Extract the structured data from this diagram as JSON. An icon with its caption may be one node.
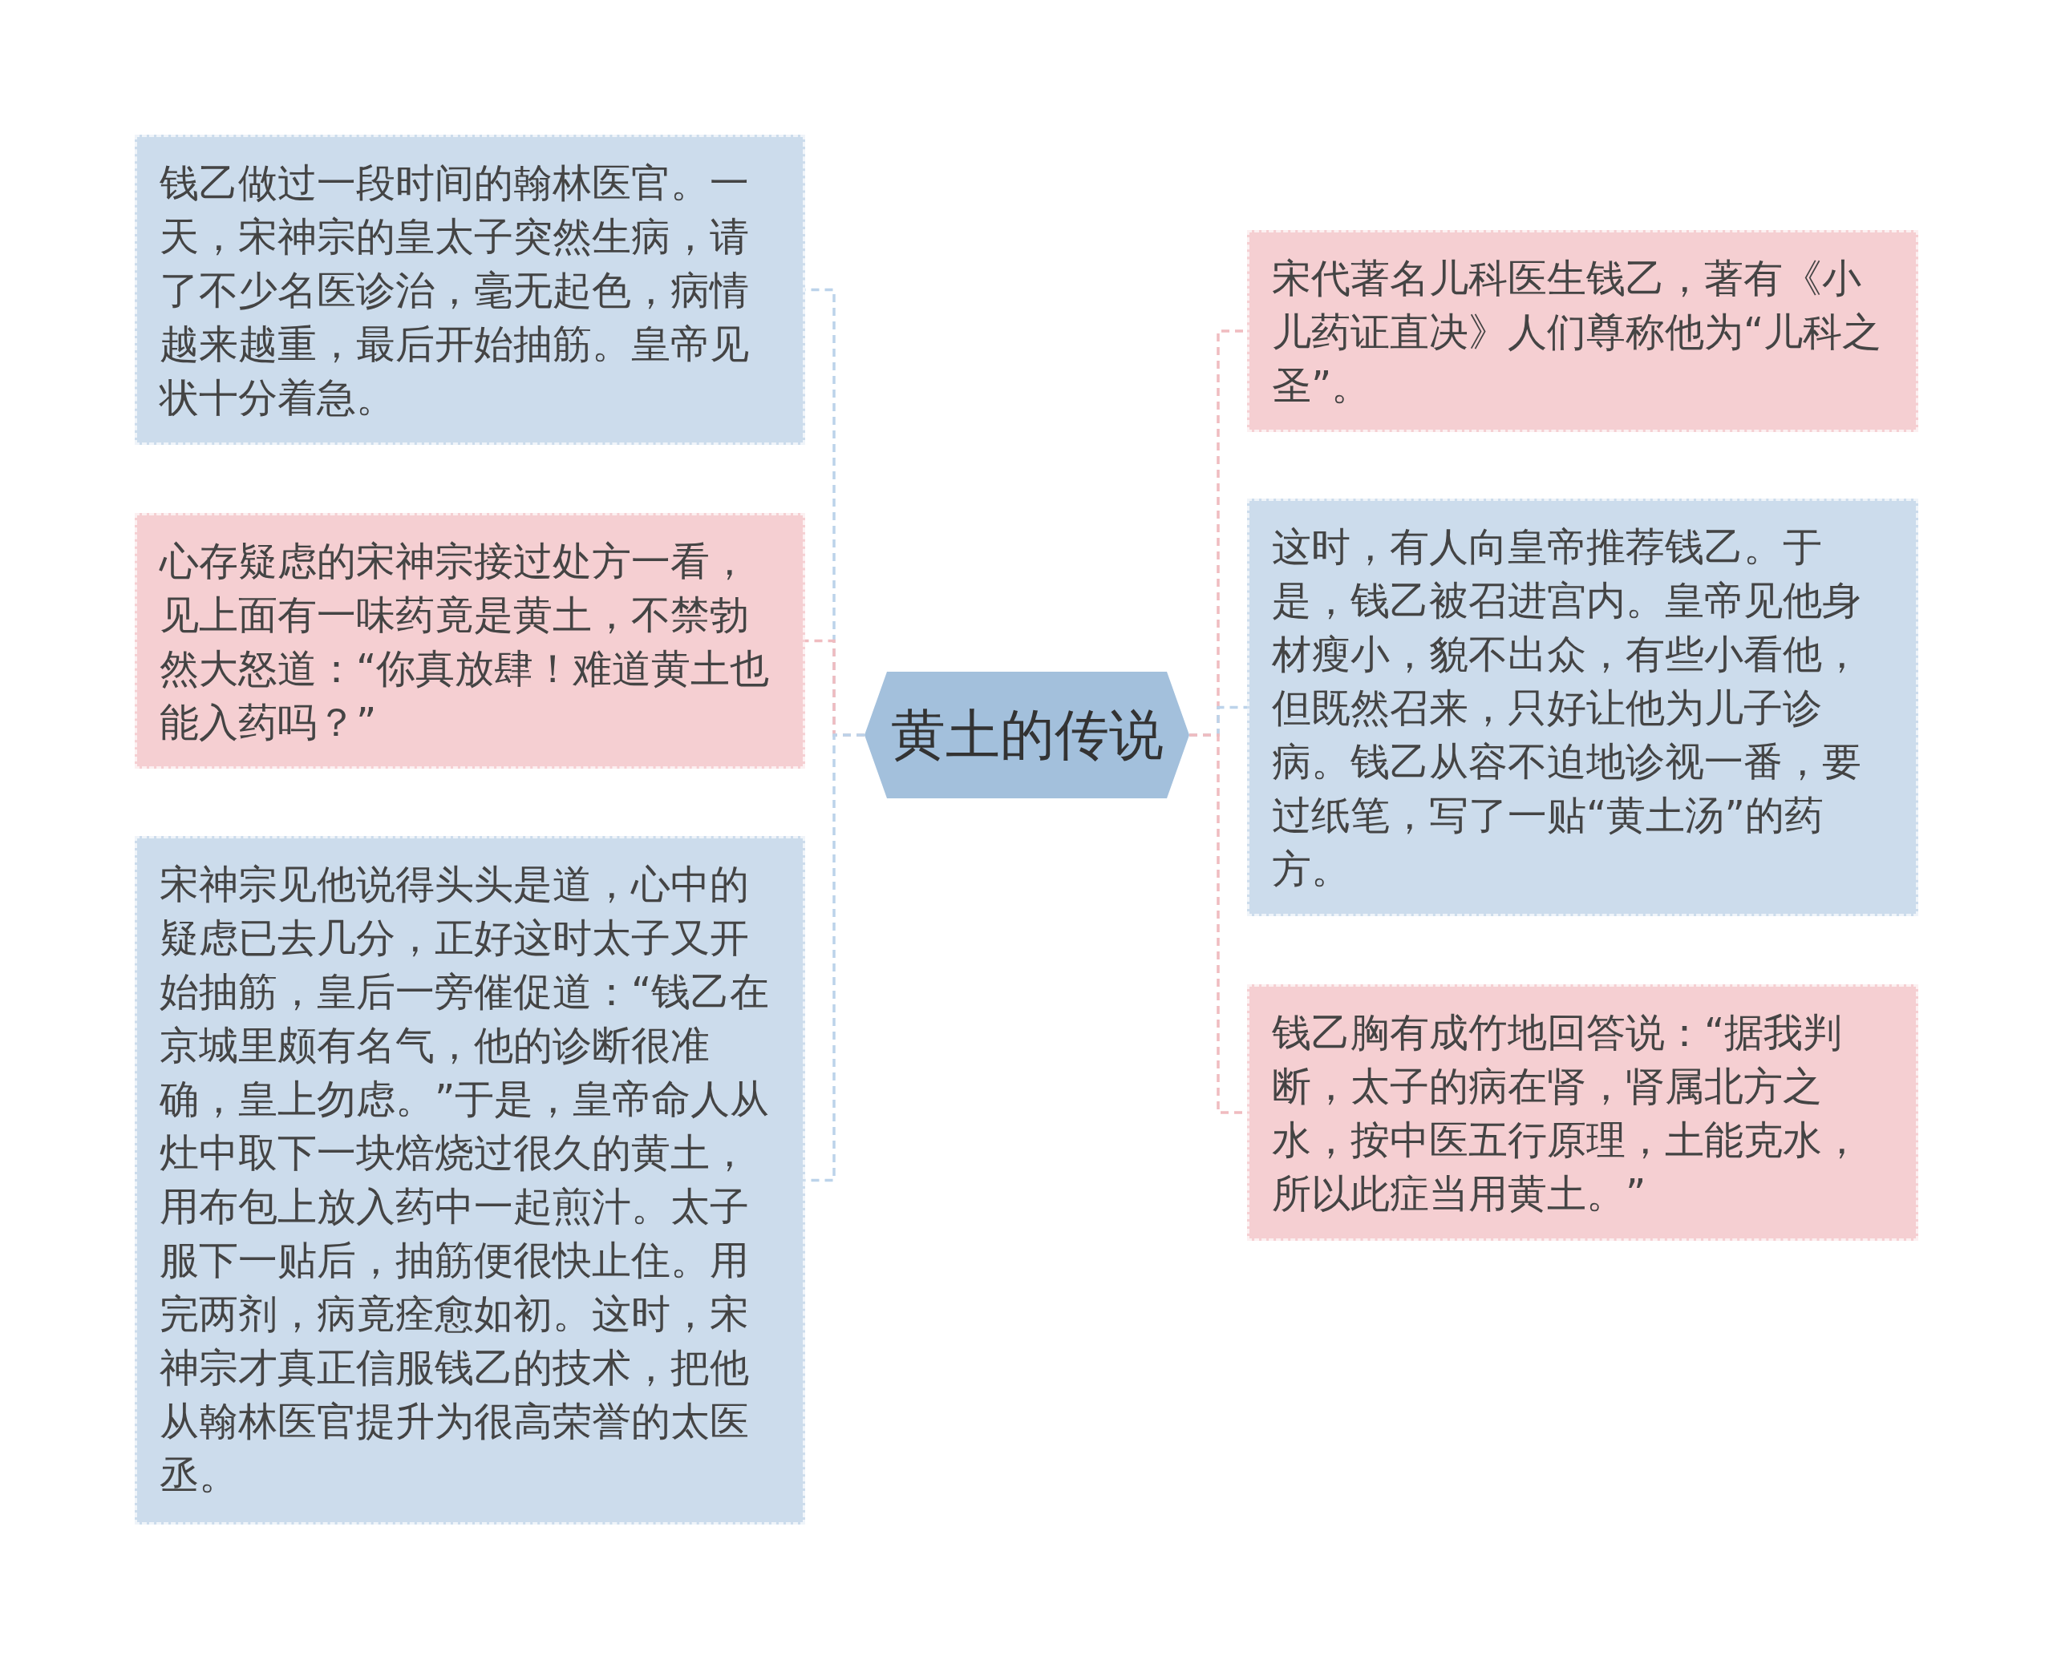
{
  "diagram": {
    "nodes": [
      {
        "text": [
          "黄土的传说"
        ]
      },
      {
        "text": [
          "钱乙做过一段时间的翰林医官。一天，宋神宗的皇太子突然生病，请了不少名医诊治，毫无起色，病情越来越重，最后开始抽筋。皇帝见状十分着急。"
        ]
      },
      {
        "text": [
          "心存疑虑的宋神宗接过处方一看，见上面有一味药竟是黄土，不禁勃然大怒道：“你真放肆！难道黄土也能入药吗？”"
        ]
      },
      {
        "text": [
          "宋神宗见他说得头头是道，心中的疑虑已去几分，正好这时太子又开始抽筋，皇后一旁催促道：“钱乙在京城里颇有名气，他的诊断很准确，皇上勿虑。”于是，皇帝命人从灶中取下一块焙烧过很久的黄土，用布包上放入药中一起煎汁。太子服下一贴后，抽筋便很快止住。用完两剂，病竟痊愈如初。这时，宋神宗才真正信服钱乙的技术，把他从翰林医官提升为很高荣誉的太医丞。"
        ]
      },
      {
        "text": [
          "宋代著名儿科医生钱乙，著有《小儿药证直决》人们尊称他为“儿科之圣”。"
        ]
      },
      {
        "text": [
          "这时，有人向皇帝推荐钱乙。于是，钱乙被召进宫内。皇帝见他身材瘦小，貌不出众，有些小看他，但既然召来，只好让他为儿子诊病。钱乙从容不迫地诊视一番，要过纸笔，写了一贴“黄土汤”的药方。"
        ]
      },
      {
        "text": [
          "钱乙胸有成竹地回答说：“据我判断，太子的病在肾，肾属北方之水，按中医五行原理，土能克水，所以此症当用黄土。”"
        ]
      }
    ],
    "edges": [
      {
        "from": 0,
        "to": 1,
        "arrow": "none",
        "style": "dashed",
        "color": "#bcd3ea"
      },
      {
        "from": 0,
        "to": 2,
        "arrow": "none",
        "style": "dashed",
        "color": "#f0bcc0"
      },
      {
        "from": 0,
        "to": 3,
        "arrow": "none",
        "style": "dashed",
        "color": "#bcd3ea"
      },
      {
        "from": 0,
        "to": 4,
        "arrow": "none",
        "style": "dashed",
        "color": "#f0bcc0"
      },
      {
        "from": 0,
        "to": 5,
        "arrow": "none",
        "style": "dashed",
        "color": "#bcd3ea"
      },
      {
        "from": 0,
        "to": 6,
        "arrow": "none",
        "style": "dashed",
        "color": "#f0bcc0"
      }
    ]
  }
}
